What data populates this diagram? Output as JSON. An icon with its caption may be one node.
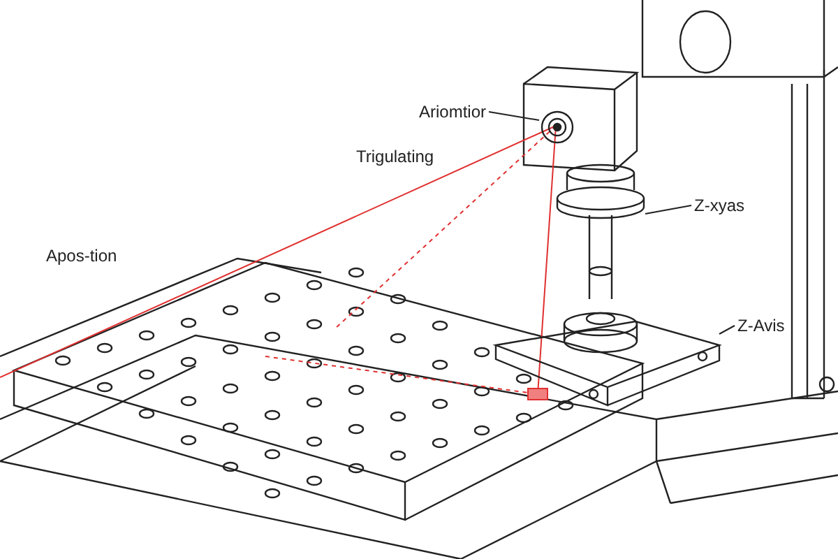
{
  "diagram": {
    "nodes": [
      {
        "text": [
          "Ariomtior"
        ]
      },
      {
        "text": [],
        "shape": "picture"
      },
      {
        "text": [
          "Z-xyas"
        ]
      },
      {
        "text": [],
        "shape": "picture"
      },
      {
        "text": [
          "Z-Avis"
        ]
      },
      {
        "text": [],
        "shape": "picture"
      }
    ],
    "edges": [
      {
        "from": 0,
        "to": 1,
        "arrow": "none"
      },
      {
        "from": 2,
        "to": 3,
        "arrow": "none"
      },
      {
        "from": 4,
        "to": 5,
        "arrow": "none"
      }
    ],
    "labels": [
      "Trigulating",
      "Apos-tion"
    ]
  }
}
